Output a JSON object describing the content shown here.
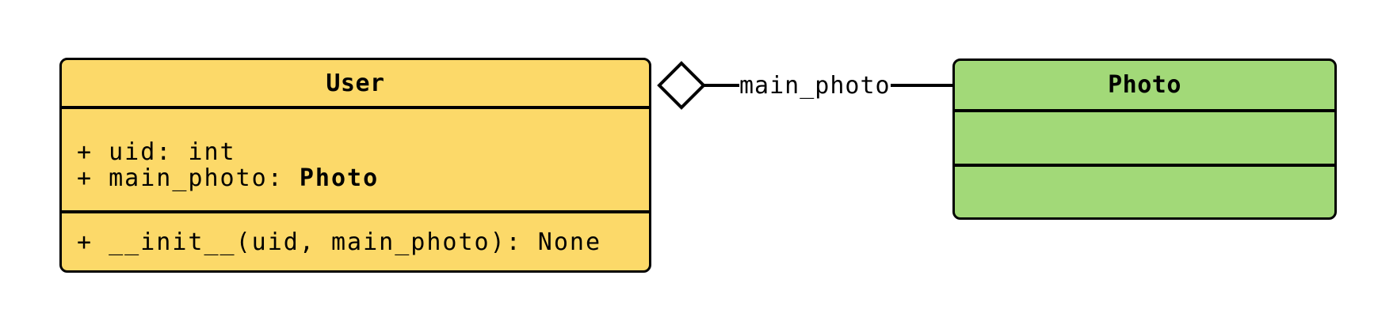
{
  "diagram": {
    "kind": "uml-class-diagram",
    "background_color": "#FFFFFF",
    "border_color": "#000000",
    "classes": [
      {
        "name": "User",
        "fill": "#FCD969",
        "attributes": [
          {
            "text": "+ uid: int",
            "type": ""
          },
          {
            "text": "+ main_photo: ",
            "type": "Photo"
          }
        ],
        "methods": [
          {
            "text": "+ __init__(uid, main_photo): None"
          }
        ]
      },
      {
        "name": "Photo",
        "fill": "#A2D978",
        "attributes": [],
        "methods": []
      }
    ],
    "relation": {
      "type": "aggregation",
      "from": "User",
      "to": "Photo",
      "label": "main_photo",
      "diamond_fill": "#FFFFFF",
      "line_color": "#000000"
    }
  }
}
